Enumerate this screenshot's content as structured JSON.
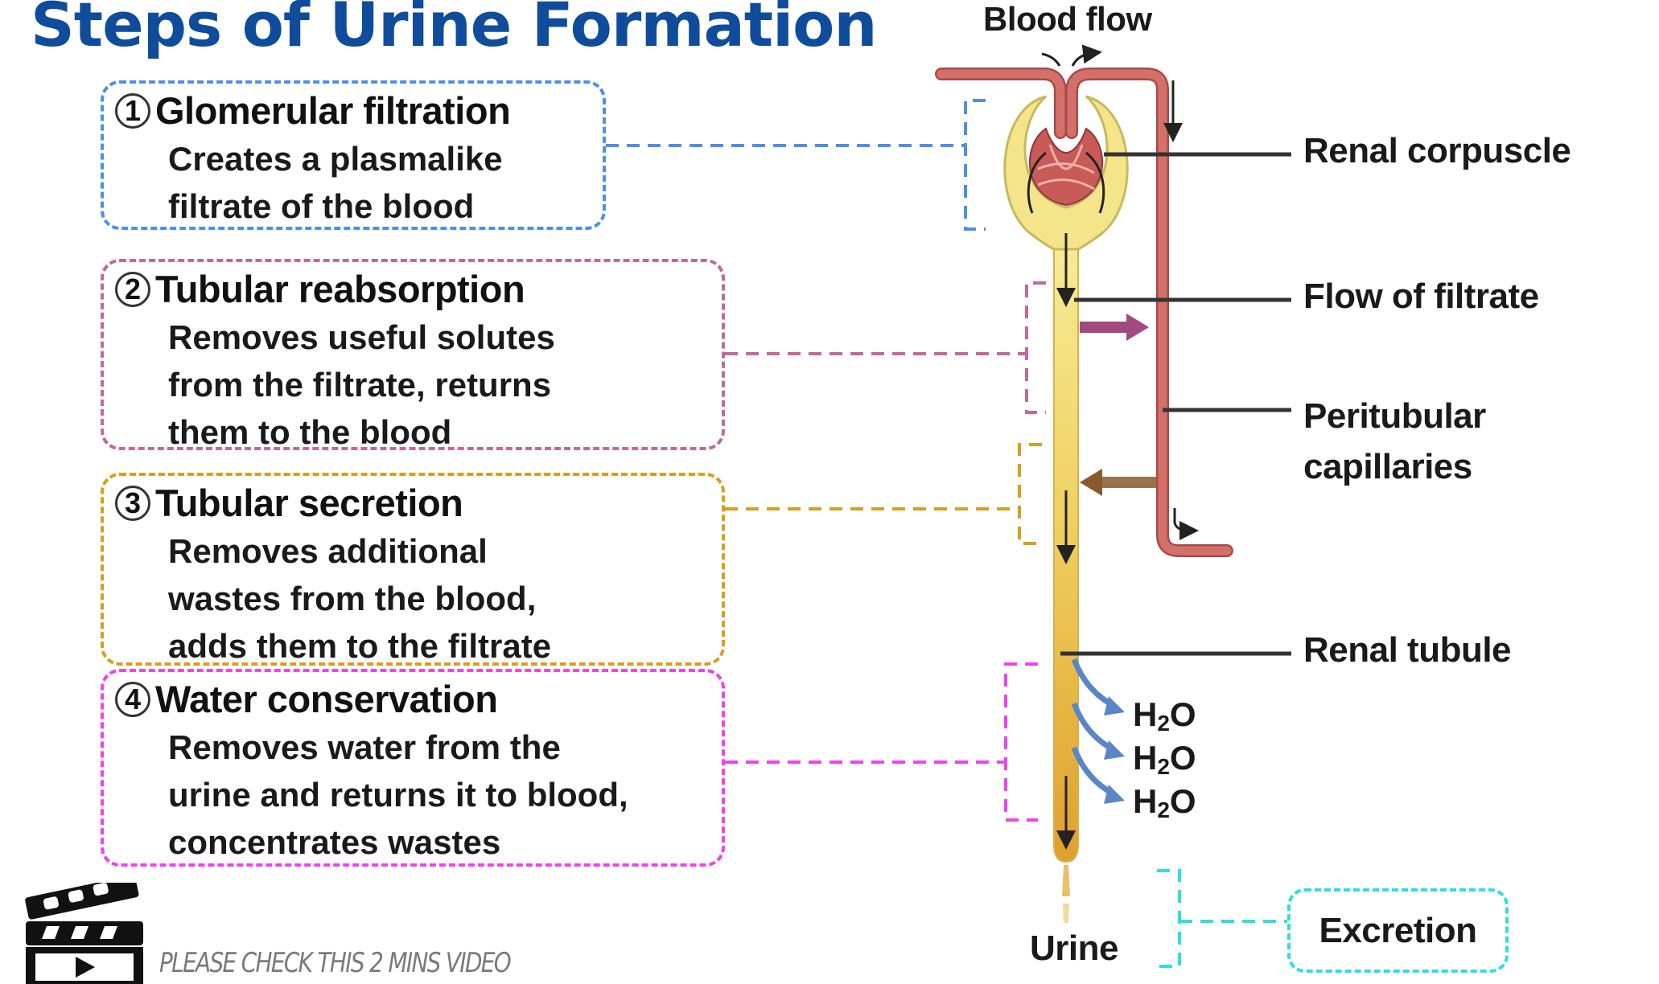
{
  "title": "Steps of Urine Formation",
  "steps": [
    {
      "number": "1",
      "title": "Glomerular filtration",
      "description": "Creates a plasmalike\nfiltrate of the blood",
      "color": "#4f8fe8"
    },
    {
      "number": "2",
      "title": "Tubular reabsorption",
      "description": "Removes useful solutes\nfrom the filtrate, returns\nthem to the blood",
      "color": "#c06a9a"
    },
    {
      "number": "3",
      "title": "Tubular secretion",
      "description": "Removes additional\nwastes from the blood,\nadds them to the filtrate",
      "color": "#d4a020"
    },
    {
      "number": "4",
      "title": "Water conservation",
      "description": "Removes water from the\nurine and returns it to blood,\nconcentrates wastes",
      "color": "#ee44ee"
    }
  ],
  "diagram": {
    "blood_flow_label": "Blood flow",
    "labels": {
      "renal_corpuscle": "Renal corpuscle",
      "flow_of_filtrate": "Flow of filtrate",
      "peritubular_line1": "Peritubular",
      "peritubular_line2": "capillaries",
      "renal_tubule": "Renal tubule",
      "urine": "Urine"
    },
    "water": [
      {
        "base": "H",
        "sub": "2",
        "tail": "O"
      },
      {
        "base": "H",
        "sub": "2",
        "tail": "O"
      },
      {
        "base": "H",
        "sub": "2",
        "tail": "O"
      }
    ],
    "excretion_label": "Excretion",
    "excretion_color": "#33dddd",
    "colors": {
      "capillary": "#d4706a",
      "capillary_edge": "#a84a48",
      "tubule_light": "#f4e48a",
      "tubule_dark": "#e2a530",
      "reabsorption_arrow": "#a04a80",
      "secretion_arrow": "#8a5a2a",
      "water_arrow": "#5a86c8"
    }
  },
  "video": {
    "icon": "clapperboard-icon",
    "text": "PLEASE CHECK THIS 2 MINS VIDEO"
  }
}
